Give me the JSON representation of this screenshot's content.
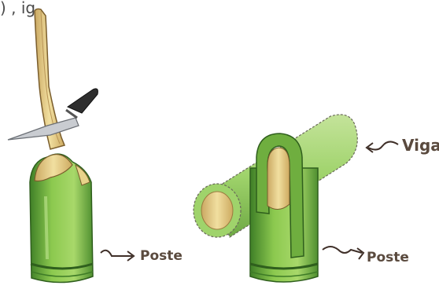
{
  "cut_text": ") , ig",
  "labels": {
    "poste_left": "Poste",
    "poste_right": "Poste",
    "viga": "Viga"
  },
  "colors": {
    "bamboo_green": "#8bc34a",
    "bamboo_green_dark": "#3e7b27",
    "bamboo_inner": "#e8d38a",
    "knife_handle": "#333333",
    "knife_blade": "#c9ccd1",
    "label_text": "#5a4a3e"
  }
}
